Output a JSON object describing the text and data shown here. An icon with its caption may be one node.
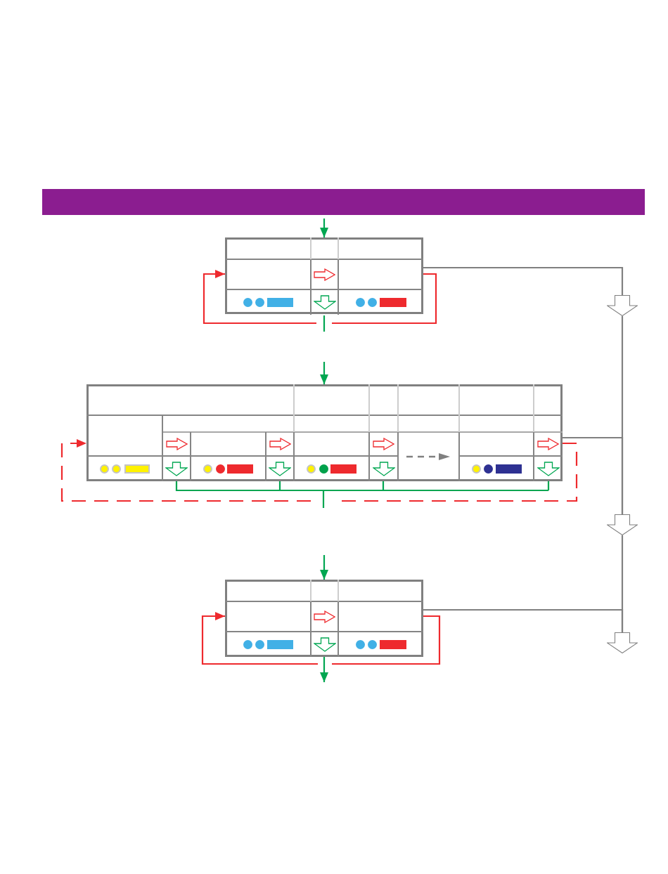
{
  "diagram": {
    "nodes": [
      {
        "text": [],
        "shape": "bar"
      },
      {
        "text": [],
        "shape": "box"
      },
      {
        "text": [],
        "shape": "arrow"
      },
      {
        "text": [],
        "shape": "box"
      },
      {
        "text": [],
        "shape": "arrow"
      },
      {
        "text": [],
        "shape": "box"
      },
      {
        "text": [],
        "shape": "arrow"
      }
    ],
    "edges": [
      {
        "from": 0,
        "to": 1,
        "arrow": "to"
      },
      {
        "from": 1,
        "to": null,
        "arrow": "none"
      },
      {
        "from": 1,
        "to": 1,
        "arrow": "to",
        "color": "#ee2a2e"
      },
      {
        "from": 1,
        "to": 2,
        "arrow": "none",
        "color": "#808080"
      },
      {
        "from": 2,
        "to": 4,
        "arrow": "none",
        "color": "#808080"
      },
      {
        "from": null,
        "to": 3,
        "arrow": "to"
      },
      {
        "from": 3,
        "to": null,
        "arrow": "none"
      },
      {
        "from": 3,
        "to": 3,
        "arrow": "to",
        "style": "dashed",
        "color": "#ee2a2e"
      },
      {
        "from": 3,
        "to": 4,
        "arrow": "none",
        "color": "#808080"
      },
      {
        "from": 4,
        "to": 6,
        "arrow": "none",
        "color": "#808080"
      },
      {
        "from": null,
        "to": 5,
        "arrow": "to"
      },
      {
        "from": 5,
        "to": null,
        "arrow": "to"
      },
      {
        "from": 5,
        "to": 5,
        "arrow": "to",
        "color": "#ee2a2e"
      },
      {
        "from": 5,
        "to": 6,
        "arrow": "none",
        "color": "#808080"
      }
    ]
  }
}
